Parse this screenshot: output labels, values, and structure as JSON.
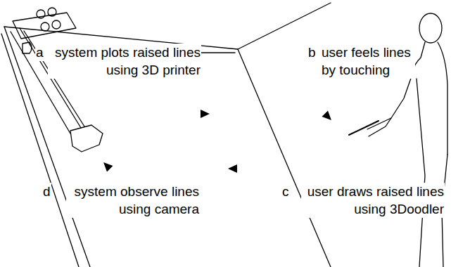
{
  "diagram": {
    "labels": [
      "a",
      "system plots raised lines using 3D printer",
      "b",
      "user feels lines by touching",
      "d",
      "system observe lines using camera",
      "c",
      "user draws raised lines using 3Doodler"
    ]
  }
}
